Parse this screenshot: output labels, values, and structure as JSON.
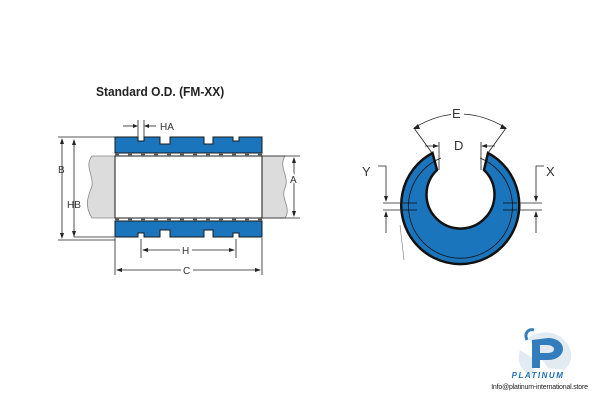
{
  "diagram": {
    "title": "Standard O.D. (FM-XX)",
    "side_view": {
      "labels": {
        "ha": "HA",
        "b": "B",
        "hb": "HB",
        "a": "A",
        "h": "H",
        "c": "C"
      }
    },
    "end_view": {
      "labels": {
        "e": "E",
        "d": "D",
        "y": "Y",
        "x": "X"
      }
    },
    "colors": {
      "bearing_blue": "#1b75bc",
      "shaft_gray": "#dcdcdc",
      "line": "#222222"
    }
  },
  "watermark": {
    "brand": "PLATINUM",
    "email": "Info@platinum-international.store",
    "logo_icon": "platinum-p-logo-icon"
  }
}
